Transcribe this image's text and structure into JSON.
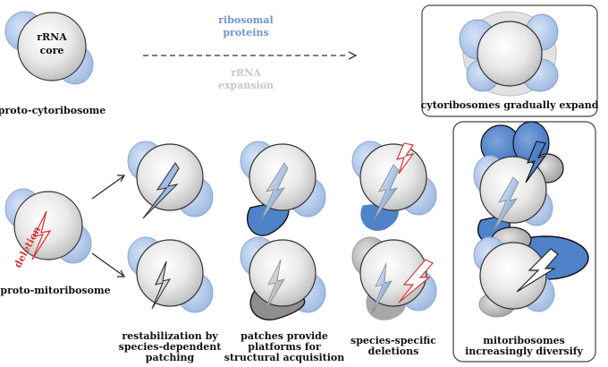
{
  "figure": {
    "top_left_core_line1": "rRNA",
    "top_left_core_line2": "core",
    "proto_cyto_label": "proto-cytoribosome",
    "arrow_top_label_line1": "ribosomal",
    "arrow_top_label_line2": "proteins",
    "arrow_bottom_label_line1": "rRNA",
    "arrow_bottom_label_line2": "expansion",
    "cyto_expand_label": "cytoribosomes gradually expand",
    "proto_mito_label": "proto-mitoribosome",
    "deletion_label": "deletion",
    "col1_label_line1": "restabilization by",
    "col1_label_line2": "species-dependent",
    "col1_label_line3": "patching",
    "col2_label_line1": "patches provide",
    "col2_label_line2": "platforms for",
    "col2_label_line3": "structural acquisition",
    "col3_label_line1": "species-specific",
    "col3_label_line2": "deletions",
    "col4_label_line1": "mitoribosomes",
    "col4_label_line2": "increasingly diversify"
  },
  "colors": {
    "protein_blue": "#a8c0e6",
    "protein_blue_dark": "#4f82c8",
    "rna_gray": "#e4e4e4",
    "patch_gray": "#b9b9b9",
    "deletion_red": "#d43a3a"
  }
}
